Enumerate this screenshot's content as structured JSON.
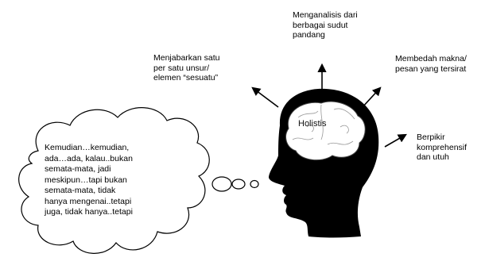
{
  "center_label": "Holistis",
  "branches": {
    "top": [
      "Menganalisis dari",
      "berbagai sudut",
      "pandang"
    ],
    "left": [
      "Menjabarkan satu",
      "per satu unsur/",
      "elemen “sesuatu”"
    ],
    "right_top": [
      "Membedah makna/",
      "pesan yang tersirat"
    ],
    "right": [
      "Berpikir",
      "komprehensif",
      "dan utuh"
    ]
  },
  "thought_cloud": [
    "Kemudian…kemudian,",
    "ada…ada, kalau..bukan",
    "semata-mata, jadi",
    "meskipun…tapi bukan",
    "semata-mata, tidak",
    "hanya mengenai..tetapi",
    "juga, tidak hanya..tetapi"
  ]
}
